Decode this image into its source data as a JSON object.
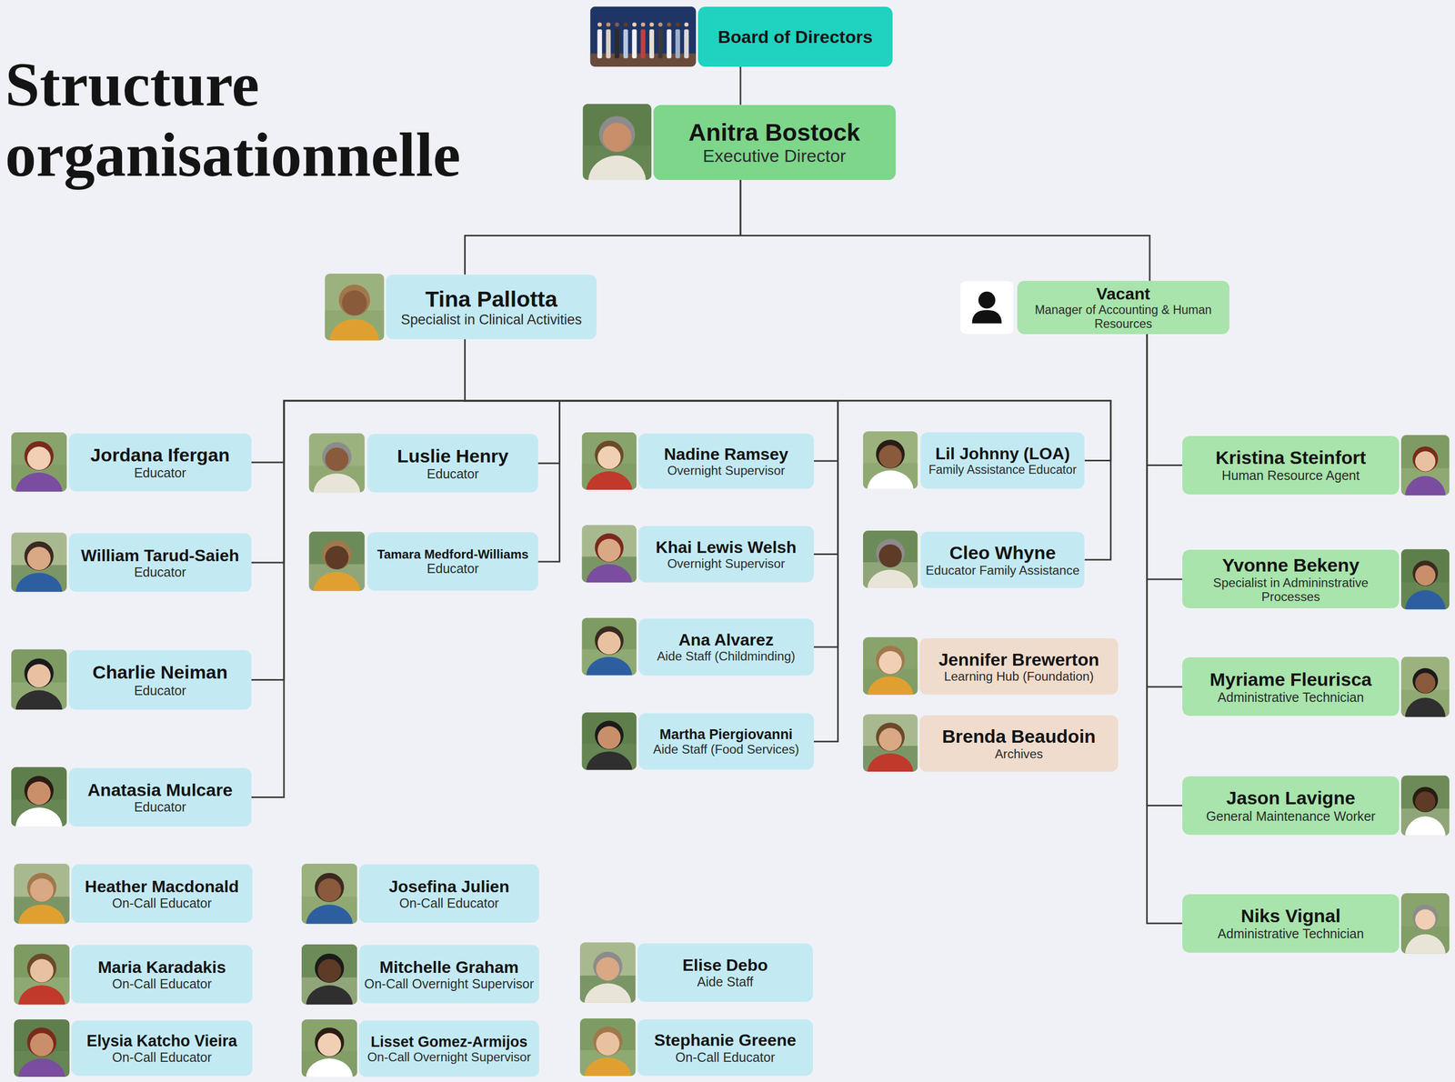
{
  "diagram": {
    "title": "Structure organisationnelle",
    "nodes": [
      {
        "text": [
          "Board of Directors"
        ]
      },
      {
        "text": [
          "Anitra Bostock",
          "Executive Director"
        ]
      },
      {
        "text": [
          "Tina Pallotta",
          "Specialist in Clinical Activities"
        ]
      },
      {
        "text": [
          "Vacant",
          "Manager of Accounting & Human Resources"
        ]
      },
      {
        "text": [
          "Jordana Ifergan",
          "Educator"
        ]
      },
      {
        "text": [
          "William Tarud-Saieh",
          "Educator"
        ]
      },
      {
        "text": [
          "Charlie Neiman",
          "Educator"
        ]
      },
      {
        "text": [
          "Anatasia Mulcare",
          "Educator"
        ]
      },
      {
        "text": [
          "Luslie Henry",
          "Educator"
        ]
      },
      {
        "text": [
          "Tamara Medford-Williams",
          "Educator"
        ]
      },
      {
        "text": [
          "Nadine Ramsey",
          "Overnight Supervisor"
        ]
      },
      {
        "text": [
          "Khai Lewis Welsh",
          "Overnight Supervisor"
        ]
      },
      {
        "text": [
          "Ana Alvarez",
          "Aide Staff (Childminding)"
        ]
      },
      {
        "text": [
          "Martha Piergiovanni",
          "Aide Staff (Food Services)"
        ]
      },
      {
        "text": [
          "Lil Johnny (LOA)",
          "Family Assistance Educator"
        ]
      },
      {
        "text": [
          "Cleo Whyne",
          "Educator Family Assistance"
        ]
      },
      {
        "text": [
          "Jennifer Brewerton",
          "Learning Hub (Foundation)"
        ]
      },
      {
        "text": [
          "Brenda Beaudoin",
          "Archives"
        ]
      },
      {
        "text": [
          "Kristina Steinfort",
          "Human Resource Agent"
        ]
      },
      {
        "text": [
          "Yvonne Bekeny",
          "Specialist in Admininstrative Processes"
        ]
      },
      {
        "text": [
          "Myriame Fleurisca",
          "Administrative Technician"
        ]
      },
      {
        "text": [
          "Jason Lavigne",
          "General Maintenance Worker"
        ]
      },
      {
        "text": [
          "Niks Vignal",
          "Administrative Technician"
        ]
      },
      {
        "text": [
          "Heather Macdonald",
          "On-Call Educator"
        ]
      },
      {
        "text": [
          "Maria Karadakis",
          "On-Call Educator"
        ]
      },
      {
        "text": [
          "Elysia Katcho Vieira",
          "On-Call Educator"
        ]
      },
      {
        "text": [
          "Josefina Julien",
          "On-Call Educator"
        ]
      },
      {
        "text": [
          "Mitchelle Graham",
          "On-Call Overnight Supervisor"
        ]
      },
      {
        "text": [
          "Lisset Gomez-Armijos",
          "On-Call Overnight Supervisor"
        ]
      },
      {
        "text": [
          "Elise Debo",
          "Aide Staff"
        ]
      },
      {
        "text": [
          "Stephanie Greene",
          "On-Call Educator"
        ]
      }
    ],
    "edges": [
      {
        "from": 0,
        "to": 1,
        "arrow": "none"
      },
      {
        "from": 1,
        "to": 2,
        "arrow": "none"
      },
      {
        "from": 1,
        "to": 3,
        "arrow": "none"
      },
      {
        "from": 2,
        "to": 4,
        "arrow": "none"
      },
      {
        "from": 2,
        "to": 5,
        "arrow": "none"
      },
      {
        "from": 2,
        "to": 6,
        "arrow": "none"
      },
      {
        "from": 2,
        "to": 7,
        "arrow": "none"
      },
      {
        "from": 2,
        "to": 8,
        "arrow": "none"
      },
      {
        "from": 2,
        "to": 9,
        "arrow": "none"
      },
      {
        "from": 2,
        "to": 10,
        "arrow": "none"
      },
      {
        "from": 2,
        "to": 11,
        "arrow": "none"
      },
      {
        "from": 2,
        "to": 12,
        "arrow": "none"
      },
      {
        "from": 2,
        "to": 13,
        "arrow": "none"
      },
      {
        "from": 2,
        "to": 14,
        "arrow": "none"
      },
      {
        "from": 2,
        "to": 15,
        "arrow": "none"
      },
      {
        "from": 3,
        "to": 18,
        "arrow": "none"
      },
      {
        "from": 3,
        "to": 19,
        "arrow": "none"
      },
      {
        "from": 3,
        "to": 20,
        "arrow": "none"
      },
      {
        "from": 3,
        "to": 21,
        "arrow": "none"
      },
      {
        "from": 3,
        "to": 22,
        "arrow": "none"
      }
    ]
  }
}
